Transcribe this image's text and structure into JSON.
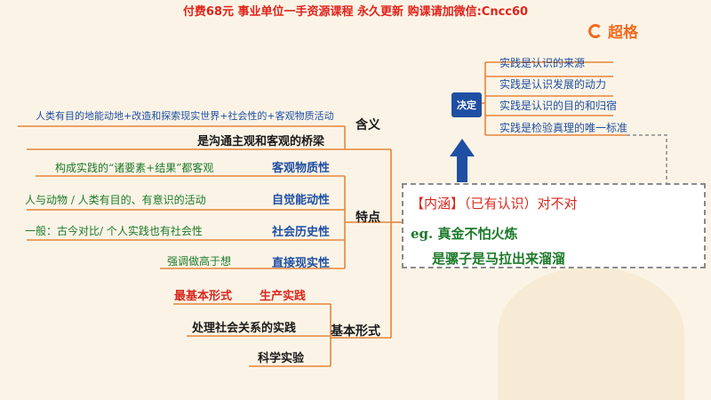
{
  "banner": "付费68元 事业单位一手资源课程 永久更新 购课请加微信:Cncc60",
  "logo": {
    "text": "超格",
    "icon": "chaoge-logo-icon"
  },
  "decision": {
    "label": "决定",
    "items": [
      "实践是认识的来源",
      "实践是认识发展的动力",
      "实践是认识的目的和归宿",
      "实践是检验真理的唯一标准"
    ]
  },
  "meaning": {
    "label": "含义",
    "detail": "人类有目的地能动地+改造和探索现实世界+社会性的+客观物质活动",
    "bridge": "是沟通主观和客观的桥梁"
  },
  "features": {
    "label": "特点",
    "items": [
      {
        "name": "客观物质性",
        "note": "构成实践的“诸要素+结果”都客观"
      },
      {
        "name": "自觉能动性",
        "note": "人与动物 / 人类有目的、有意识的活动"
      },
      {
        "name": "社会历史性",
        "note": "一般：古今对比/ 个人实践也有社会性"
      },
      {
        "name": "直接现实性",
        "note": "强调做高于想"
      }
    ]
  },
  "forms": {
    "label": "基本形式",
    "most_basic_label": "最基本形式",
    "production": "生产实践",
    "social": "处理社会关系的实践",
    "science": "科学实验"
  },
  "content_box": {
    "line1_bracket": "【内涵】",
    "line1_rest": "（已有认识）对不对",
    "line2": "eg. 真金不怕火炼",
    "line3": "是骡子是马拉出来溜溜"
  },
  "colors": {
    "accent_blue": "#1f4fa3",
    "accent_red": "#d9281f",
    "line_orange": "#e8843a",
    "banner_red": "#e0231c"
  }
}
